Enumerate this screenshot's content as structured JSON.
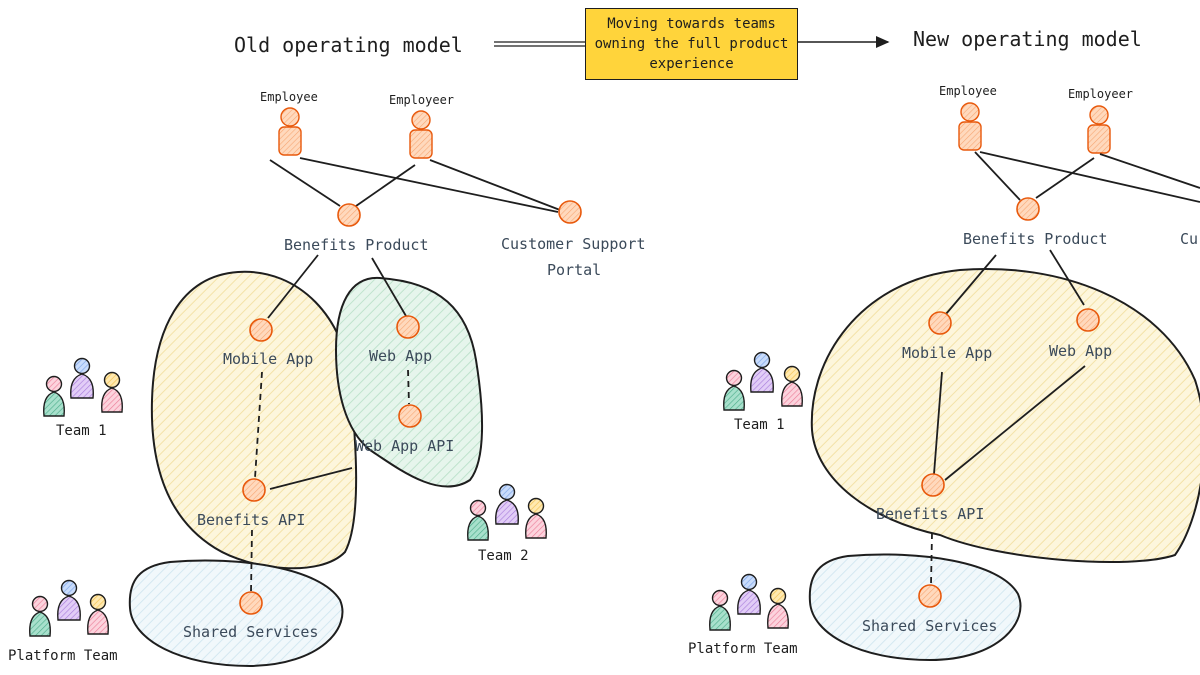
{
  "banner": "Moving towards teams owning the full product experience",
  "old": {
    "title": "Old operating model",
    "employee1": "Employee",
    "employee2": "Employeer",
    "benefits_product": "Benefits Product",
    "customer_support_line1": "Customer Support",
    "customer_support_line2": "Portal",
    "mobile_app": "Mobile App",
    "web_app": "Web App",
    "web_app_api": "Web App API",
    "benefits_api": "Benefits API",
    "shared_services": "Shared Services",
    "team1": "Team 1",
    "team2": "Team 2",
    "platform_team": "Platform Team"
  },
  "new": {
    "title": "New operating model",
    "employee1": "Employee",
    "employee2": "Employeer",
    "benefits_product": "Benefits Product",
    "customer_support_partial": "Cu",
    "mobile_app": "Mobile App",
    "web_app": "Web App",
    "benefits_api": "Benefits API",
    "shared_services": "Shared Services",
    "team1": "Team 1",
    "platform_team": "Platform Team"
  },
  "colors": {
    "ink": "#1e1e1e",
    "node_fill": "#ffc9a0",
    "node_stroke": "#e8590c",
    "yellow_zone": "#fdf3d0",
    "green_zone": "#d9f0e4",
    "blue_zone": "#e7f3f8",
    "banner": "#ffd43b",
    "person_teal": "#63c2a0",
    "person_purple": "#c39ee8",
    "person_pink": "#f59ab0",
    "head_blue": "#8ab4f8",
    "head_yellow": "#ffd97a"
  }
}
